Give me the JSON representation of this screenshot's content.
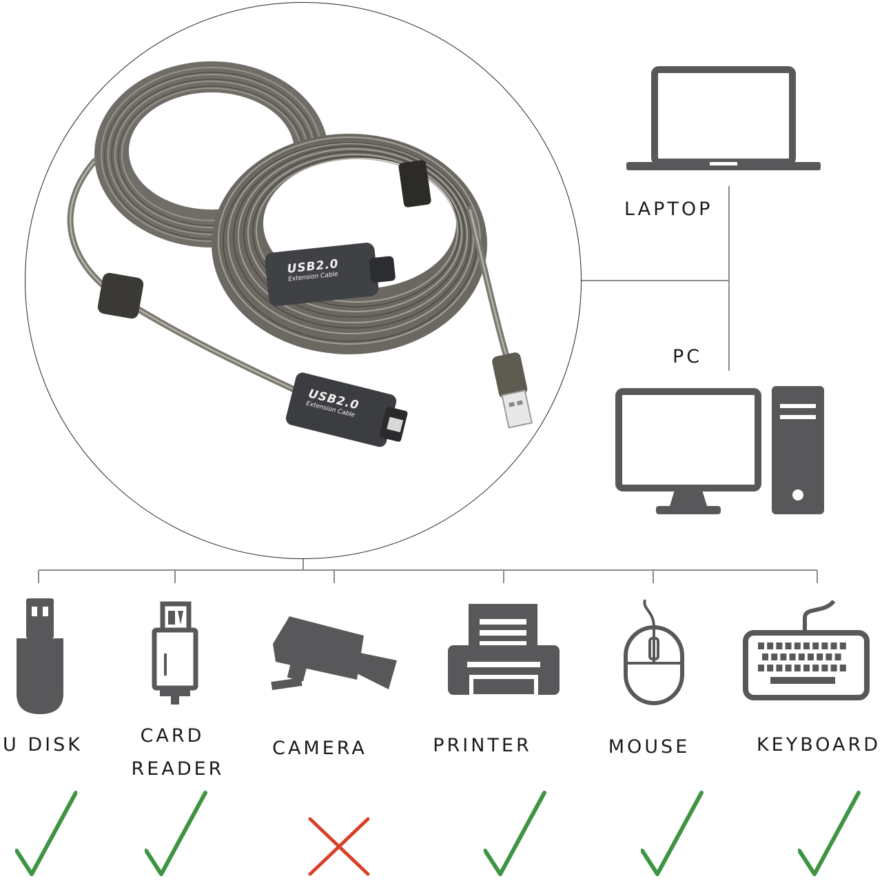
{
  "image": {
    "subject": "usb-2.0-extension-cable",
    "tag_text": {
      "main": "USB2.0",
      "sub": "Extension Cable"
    }
  },
  "hosts": [
    {
      "label": "LAPTOP",
      "icon": "laptop-icon"
    },
    {
      "label": "PC",
      "icon": "desktop-pc-icon"
    }
  ],
  "devices": [
    {
      "label": "U DISK",
      "icon": "usb-flash-drive-icon",
      "supported": true
    },
    {
      "label_lines": [
        "CARD",
        "READER"
      ],
      "icon": "card-reader-icon",
      "supported": true
    },
    {
      "label": "CAMERA",
      "icon": "security-camera-icon",
      "supported": false
    },
    {
      "label": "PRINTER",
      "icon": "printer-icon",
      "supported": true
    },
    {
      "label": "MOUSE",
      "icon": "mouse-icon",
      "supported": true
    },
    {
      "label": "KEYBOARD",
      "icon": "keyboard-icon",
      "supported": true
    }
  ],
  "colors": {
    "icon": "#58585a",
    "line": "#8a8a8a",
    "check": "#3d9442",
    "cross": "#d9402a",
    "text": "#1a1a1a"
  }
}
